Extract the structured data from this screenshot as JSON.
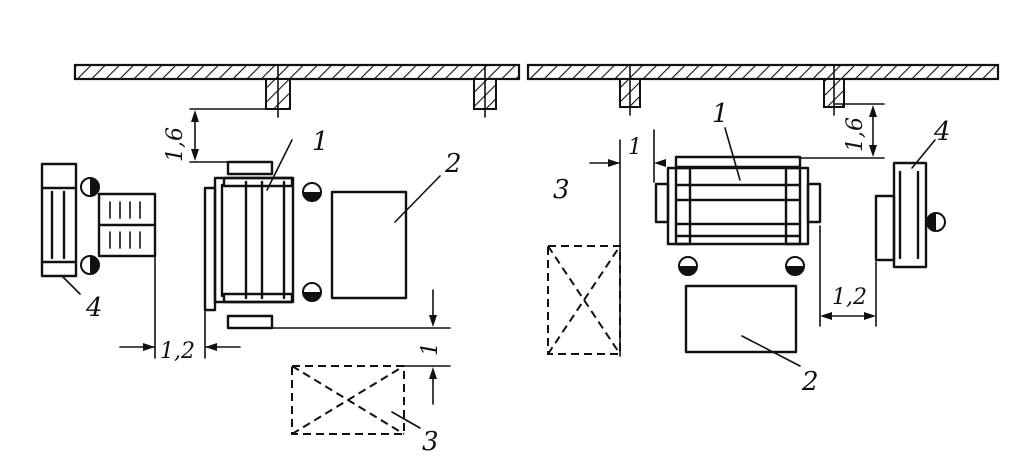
{
  "labels": {
    "part1": "1",
    "part2": "2",
    "part3": "3",
    "part4": "4"
  },
  "dimensions": {
    "d16": "1,6",
    "d12": "1,2",
    "d1": "1"
  }
}
